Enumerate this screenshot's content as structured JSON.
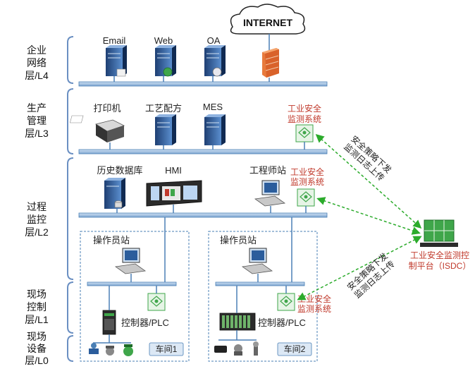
{
  "layers": {
    "l4": [
      "企业",
      "网络",
      "层/L4"
    ],
    "l3": [
      "生产",
      "管理",
      "层/L3"
    ],
    "l2": [
      "过程",
      "监控",
      "层/L2"
    ],
    "l1": [
      "现场",
      "控制",
      "层/L1"
    ],
    "l0": [
      "现场",
      "设备",
      "层/L0"
    ]
  },
  "internet": "INTERNET",
  "l4_nodes": [
    "Email",
    "Web",
    "OA"
  ],
  "l3_nodes": [
    "打印机",
    "工艺配方",
    "MES"
  ],
  "monitor_label": [
    "工业安全",
    "监测系统"
  ],
  "l2_nodes": [
    "历史数据库",
    "HMI",
    "工程师站"
  ],
  "operator_station": "操作员站",
  "controller": "控制器/PLC",
  "workshops": [
    "车间1",
    "车间2"
  ],
  "isdc": [
    "工业安全监测控",
    "制平台（ISDC）"
  ],
  "arrow_text_upper": [
    "安全策略下发",
    "监测日志上传"
  ],
  "arrow_text_lower": [
    "安全策略下发",
    "监测日志上传"
  ],
  "colors": {
    "bus": "#4a7fb5",
    "monitor_text": "#c0392b",
    "green_arrow": "#2bab2b",
    "bracket": "#6a8fc2"
  }
}
